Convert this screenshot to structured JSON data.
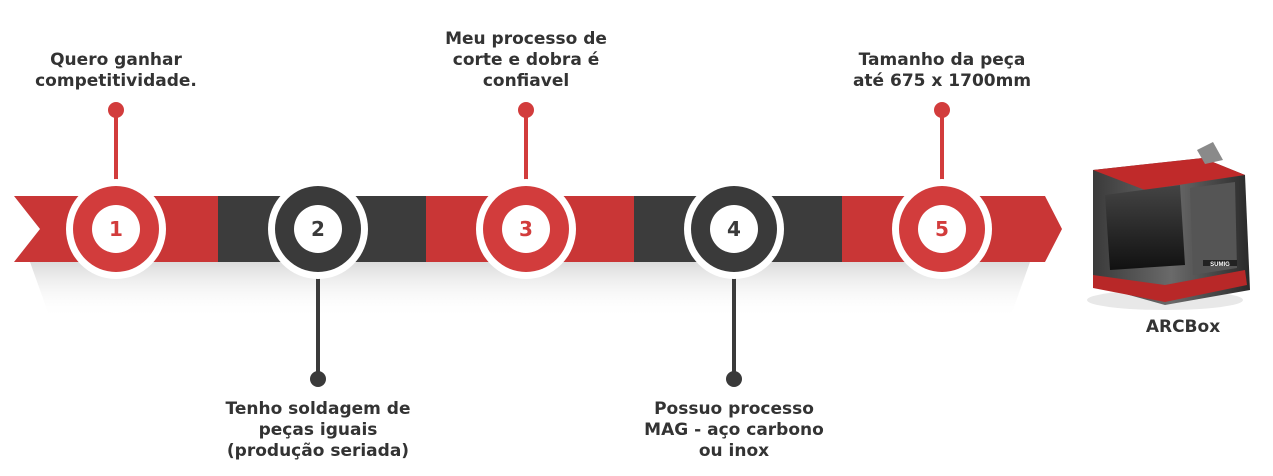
{
  "colors": {
    "red": "#d23c3c",
    "dark": "#3a3a3a",
    "darkband": "#3c3c3c",
    "redband": "#c93636"
  },
  "steps": [
    {
      "number": "1",
      "lines": [
        "Quero ganhar",
        "competitividade."
      ],
      "color": "red",
      "position": "top"
    },
    {
      "number": "2",
      "lines": [
        "Tenho soldagem de",
        "peças iguais",
        "(produção seriada)"
      ],
      "color": "dark",
      "position": "bottom"
    },
    {
      "number": "3",
      "lines": [
        "Meu processo de",
        "corte e dobra é",
        "confiavel"
      ],
      "color": "red",
      "position": "top"
    },
    {
      "number": "4",
      "lines": [
        "Possuo processo",
        "MAG - aço carbono",
        "ou inox"
      ],
      "color": "dark",
      "position": "bottom"
    },
    {
      "number": "5",
      "lines": [
        "Tamanho da peça",
        "até 675 x 1700mm"
      ],
      "color": "red",
      "position": "top"
    }
  ],
  "product": {
    "name": "ARCBox",
    "brand": "SUMIG",
    "image": "welding-cell-machine"
  }
}
